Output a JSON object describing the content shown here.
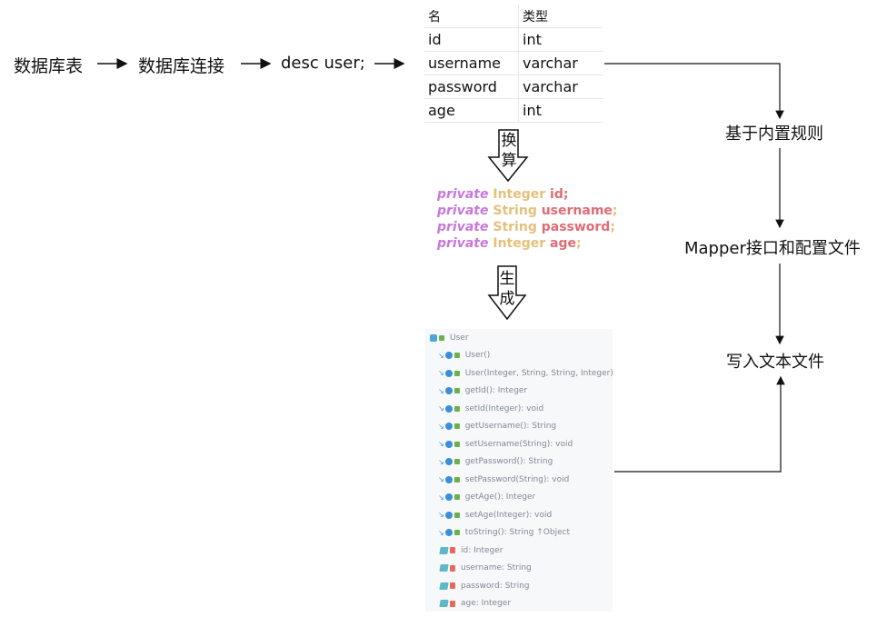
{
  "flow": {
    "step1": "数据库表",
    "step2": "数据库连接",
    "step3": "desc user;"
  },
  "table": {
    "headers": [
      "名",
      "类型"
    ],
    "rows": [
      {
        "name": "id",
        "type": "int"
      },
      {
        "name": "username",
        "type": "varchar"
      },
      {
        "name": "password",
        "type": "varchar"
      },
      {
        "name": "age",
        "type": "int"
      }
    ]
  },
  "convert_label": [
    "换",
    "算"
  ],
  "generate_label": [
    "生",
    "成"
  ],
  "code_lines": [
    {
      "kw": "private",
      "type": "Integer",
      "name": "id"
    },
    {
      "kw": "private",
      "type": "String",
      "name": "username"
    },
    {
      "kw": "private",
      "type": "String",
      "name": "password"
    },
    {
      "kw": "private",
      "type": "Integer",
      "name": "age"
    }
  ],
  "structure": {
    "class_name": "User",
    "methods": [
      "User()",
      "User(Integer, String, String, Integer)",
      "getId(): Integer",
      "setId(Integer): void",
      "getUsername(): String",
      "setUsername(String): void",
      "getPassword(): String",
      "setPassword(String): void",
      "getAge(): Integer",
      "setAge(Integer): void",
      "toString(): String ↑Object"
    ],
    "fields": [
      "id: Integer",
      "username: String",
      "password: String",
      "age: Integer"
    ]
  },
  "right_flow": {
    "rule": "基于内置规则",
    "mapper": "Mapper接口和配置文件",
    "write": "写入文本文件"
  }
}
